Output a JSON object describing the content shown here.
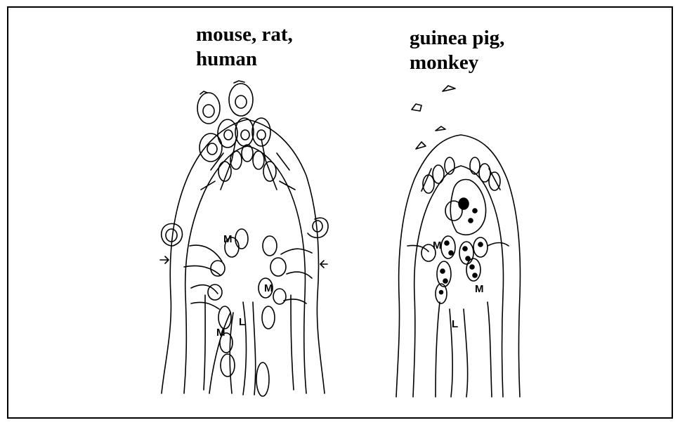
{
  "left_panel": {
    "title_line1": "mouse, rat,",
    "title_line2": "human",
    "labels": {
      "m1": "M",
      "m2": "M",
      "m3": "M",
      "l": "L"
    }
  },
  "right_panel": {
    "title_line1": "guinea pig,",
    "title_line2": "monkey",
    "labels": {
      "m1": "M",
      "m2": "M",
      "l": "L"
    }
  }
}
